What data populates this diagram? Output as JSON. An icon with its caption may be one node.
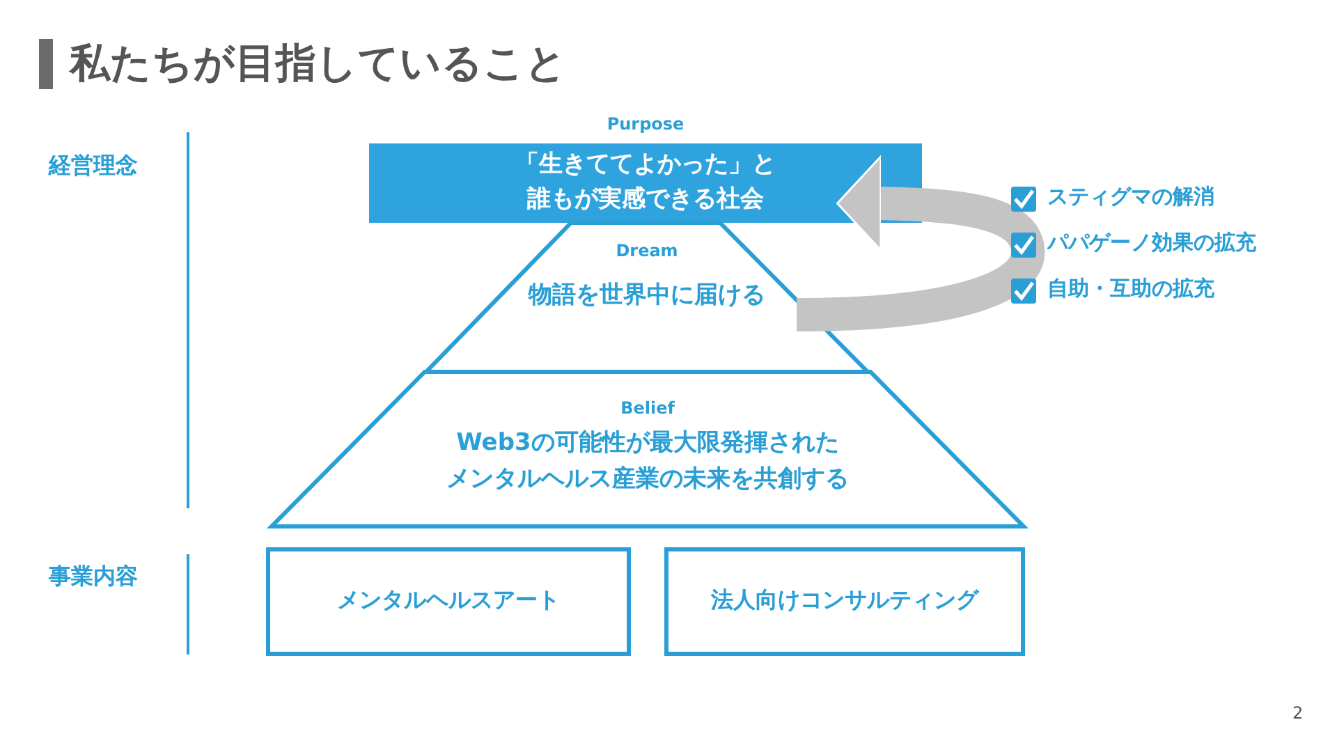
{
  "diagram": {
    "title": "私たちが目指していること",
    "nodes": [
      {
        "text": [
          "Purpose",
          "「生きててよかった」と誰もが実感できる社会"
        ]
      },
      {
        "text": [
          "Dream",
          "物語を世界中に届ける"
        ]
      },
      {
        "text": [
          "Belief",
          "Web3の可能性が最大限発揮されたメンタルヘルス産業の未来を共創する"
        ]
      },
      {
        "text": [
          "メンタルヘルスアート"
        ]
      },
      {
        "text": [
          "法人向けコンサルティング"
        ]
      }
    ],
    "edges": [
      {
        "from": 1,
        "to": 0,
        "arrow": "to",
        "color": "#c4c4c4"
      }
    ],
    "labels": [
      "経営理念",
      "スティグマの解消",
      "パパゲーノ効果の拡充",
      "自助・互助の拡充",
      "事業内容",
      "2"
    ]
  }
}
